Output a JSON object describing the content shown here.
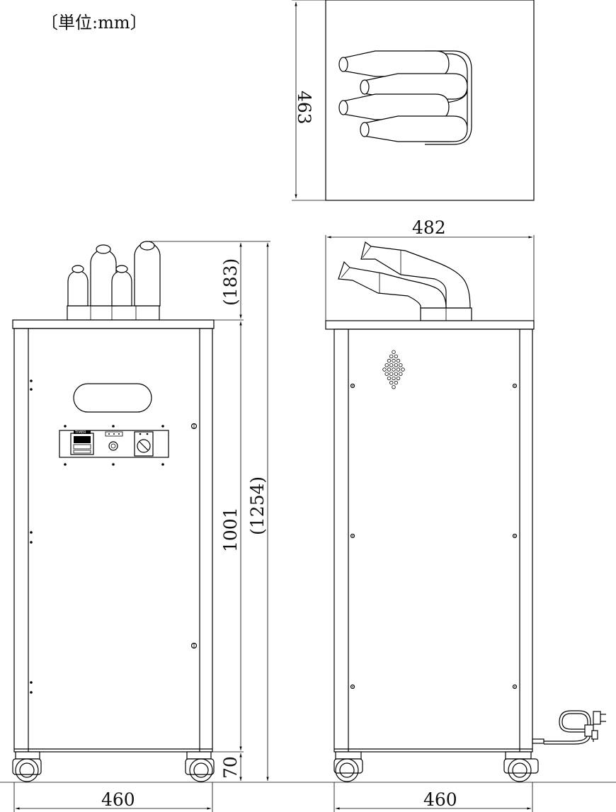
{
  "unit_label": "〔単位:mm〕",
  "top_view": {
    "depth_label": "463"
  },
  "front_view": {
    "nozzle_height_label": "(183)",
    "body_height_label": "1001",
    "total_height_label": "(1254)",
    "caster_height_label": "70",
    "width_label": "460",
    "panel": {
      "timer_label": "TIMER"
    }
  },
  "side_view": {
    "top_width_label": "482",
    "width_label": "460"
  }
}
